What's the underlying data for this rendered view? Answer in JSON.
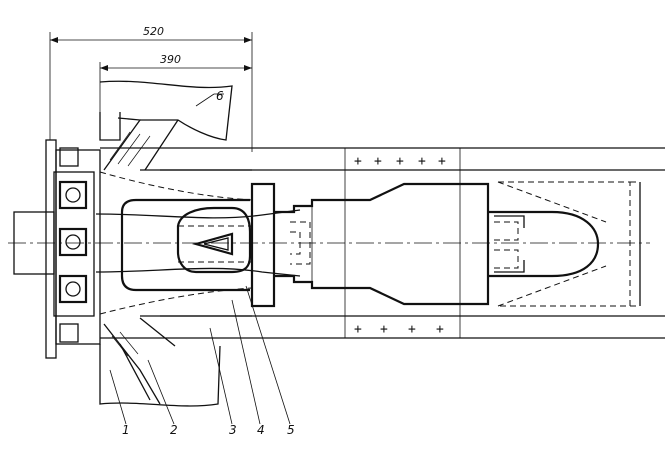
{
  "dimensions": {
    "overall": "520",
    "inner": "390"
  },
  "callouts": [
    "1",
    "2",
    "3",
    "4",
    "5",
    "6"
  ],
  "crosses": {
    "top": [
      "+",
      "+",
      "+",
      "+",
      "+"
    ],
    "bottom": [
      "+",
      "+",
      "+",
      "+"
    ]
  }
}
